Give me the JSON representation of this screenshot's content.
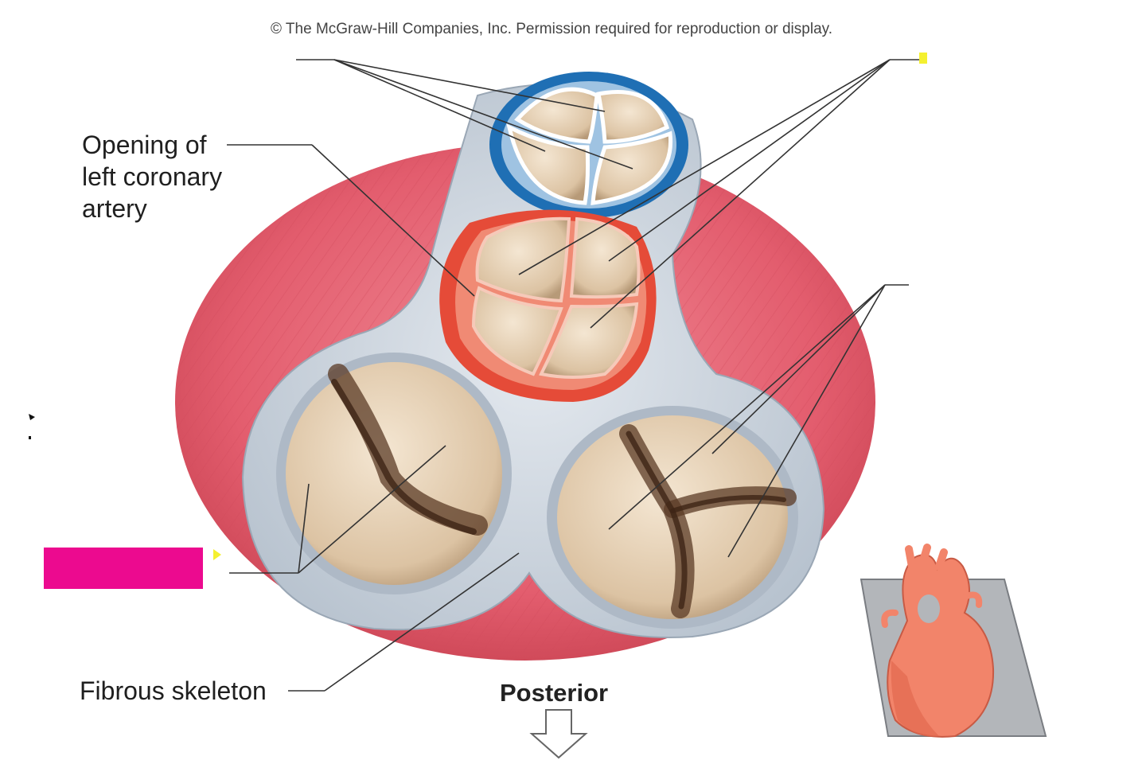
{
  "copyright": "© The McGraw-Hill Companies, Inc. Permission required for reproduction or display.",
  "labels": {
    "coronary_line1": "Opening of",
    "coronary_line2": "left coronary",
    "coronary_line3": "artery",
    "fibrous_skeleton": "Fibrous skeleton",
    "posterior": "Posterior"
  },
  "colors": {
    "myocardium": "#e35d6e",
    "fibrous_skeleton": "#c9d3de",
    "pulmonary_ring": "#1f6fb4",
    "aortic_ring": "#e54b38",
    "valve_cusp": "#e9d6bd",
    "label_highlight": "#ec0a8f",
    "marker_yellow": "#f4f030",
    "heart_inset": "#f2846a"
  }
}
